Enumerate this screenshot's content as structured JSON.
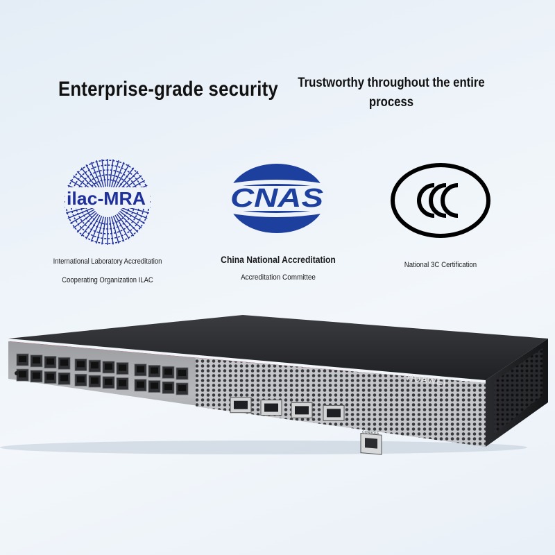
{
  "headlines": {
    "left": "Enterprise-grade security",
    "right": "Trustworthy throughout the entire process"
  },
  "certifications": [
    {
      "logo_icon": "ilac-mra-logo-icon",
      "logo_text": "ilac-MRA",
      "caption_line1": "International Laboratory Accreditation",
      "caption_line2": "Cooperating Organization ILAC"
    },
    {
      "logo_icon": "cnas-logo-icon",
      "logo_text": "CNAS",
      "caption_line1": "China National Accreditation",
      "caption_line2": "Accreditation Committee"
    },
    {
      "logo_icon": "ccc-logo-icon",
      "logo_text": "CCC",
      "caption_line1": "National 3C Certification"
    }
  ],
  "device": {
    "brand": "HUAWEI",
    "console_label": "CONSOLE",
    "icon": "network-switch-icon"
  },
  "colors": {
    "cert_blue": "#1f2f9c",
    "cnas_blue": "#1d3f9e",
    "device_accent_red": "#c8232c",
    "device_body": "#2a2b2e"
  }
}
